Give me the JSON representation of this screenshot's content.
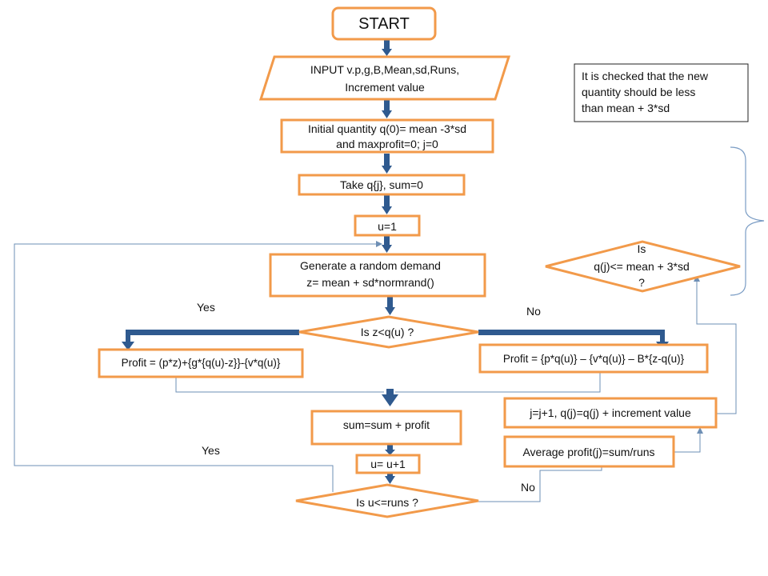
{
  "colors": {
    "box_stroke": "#f29a4a",
    "arrow_fill": "#2f5a8f",
    "connector": "#6e8fb5"
  },
  "nodes": {
    "start": "START",
    "input_line1": "INPUT v.p,g,B,Mean,sd,Runs,",
    "input_line2": "Increment value",
    "init_line1": "Initial quantity q(0)= mean -3*sd",
    "init_line2": "and maxprofit=0; j=0",
    "take": "Take q{j}, sum=0",
    "u_init": "u=1",
    "gen_line1": "Generate a random demand",
    "gen_line2": "z= mean + sd*normrand()",
    "decision_z": "Is z<q(u) ?",
    "profit_yes": "Profit = (p*z)+{g*{q(u)-z}}-{v*q(u)}",
    "profit_no": "Profit = {p*q(u)} – {v*q(u)} – B*{z-q(u)}",
    "sum": "sum=sum + profit",
    "u_inc": "u= u+1",
    "decision_runs": "Is u<=runs ?",
    "average": "Average profit(j)=sum/runs",
    "increment": "j=j+1, q(j)=q(j) + increment value",
    "decision_q_line1": "Is",
    "decision_q_line2": "q(j)<= mean + 3*sd",
    "decision_q_line3": "?",
    "note_line1": "It is checked that the new",
    "note_line2": "quantity should be less",
    "note_line3": "than mean + 3*sd"
  },
  "labels": {
    "yes_z": "Yes",
    "no_z": "No",
    "yes_runs": "Yes",
    "no_runs": "No"
  }
}
